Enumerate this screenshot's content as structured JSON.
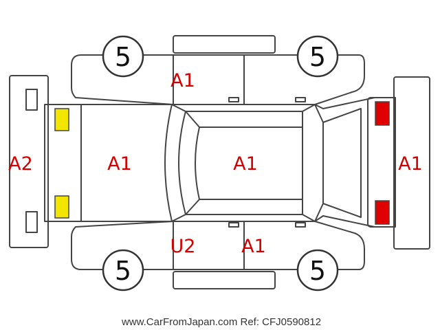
{
  "damage_codes": {
    "front_bumper": "A2",
    "hood": "A1",
    "roof": "A1",
    "rear_bumper": "A1",
    "front_left_fender": "A1",
    "left_front_door": "U2",
    "left_rear_door": "A1"
  },
  "tire_ratings": {
    "front_left": "5",
    "front_right": "5",
    "rear_left": "5",
    "rear_right": "5"
  },
  "footer": "www.CarFromJapan.com Ref: CFJ0590812",
  "colors": {
    "code_text": "#d40000",
    "front_lights": "#f2e600",
    "rear_lights": "#e00000",
    "outline": "#444444"
  }
}
